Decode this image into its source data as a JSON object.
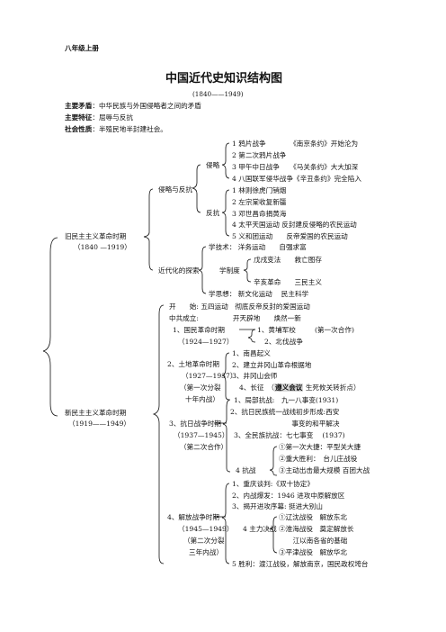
{
  "header": {
    "grade": "八年级上册",
    "title": "中国近代史知识结构图",
    "years": "(1840——1949)"
  },
  "summary": [
    {
      "key": "主要矛盾",
      "sep": "：",
      "value": "中华民族与外国侵略者之间的矛盾"
    },
    {
      "key": "主要特征",
      "sep": "：",
      "value": "屈辱与反抗"
    },
    {
      "key": "社会性质",
      "sep": "：",
      "value": "半殖民地半封建社会。"
    }
  ],
  "old_era": {
    "label": "旧民主主义革命时期",
    "years": "（1840 —1919）",
    "invasion_resistance": "侵略与反抗",
    "invasion": "侵略",
    "wars": [
      "1 鸦片战争　　　　《南京条约》开始沦为",
      "2 第二次鸦片战争",
      "3 甲午中日战争　　《马关条约》大大加深",
      "4 八国联军侵华战争《辛丑条约》完全陷入"
    ],
    "resistance": "反抗",
    "resist_items": [
      "1 林则徐虎门销烟",
      "2 左宗棠收复新疆",
      "3 邓世昌命捐黄海",
      "4 太平天国运动  反封建反侵略的农民运动",
      "5 义和团运动　　反帝爱国的农民运动"
    ],
    "exploration": "近代化的探索",
    "tech": "学技术：  洋务运动　　自强求富",
    "institution": "学制度",
    "inst_items": [
      "戊戌变法　　救亡图存",
      "辛亥革命　　三民主义"
    ],
    "thought": "学思想：  新文化运动　  民主科学"
  },
  "new_era": {
    "label": "新民主主义革命时期",
    "years": "（1919——1949）",
    "start": "开　　始:   五四运动　彻底反帝反封的爱国运动",
    "party": "中共成立:　　　　　开天辟地　　焕然一新",
    "p1": {
      "label": "1、国民革命时期",
      "years": "（1924—1927）",
      "item1": "1、黄埔军校",
      "item1_note": "第一次合作",
      "item2": "2、北伐战争"
    },
    "p2": {
      "label": "2、土地革命时期",
      "years": "（1927—1937）",
      "note1": "（第一次分裂",
      "note2": "十年内战）",
      "items": [
        "1、南昌起义",
        "2、建立井冈山革命根据地",
        "3、井冈山会师"
      ],
      "march": "4、长征",
      "zunyi": "遵义会议",
      "march_note": "生死攸关转折点"
    },
    "p3": {
      "label": "3、抗日战争时期",
      "years": "（1937—1945）",
      "note": "（第二次合作）",
      "items": [
        "1、局部抗战:　九一八事变(1931)",
        "2、抗日民族统一战线初步形成:西安",
        "　　　　　　　　　事变的和平解决",
        "3、全民族抗战：七七事变　 (1937)"
      ],
      "resistance": "4 抗战",
      "resist_items": [
        "①第一次大捷：平型关大捷",
        "②重大胜利：　台儿庄战役",
        "③主动出击最大规模 百团大战"
      ]
    },
    "p4": {
      "label": "4、解放战争时期",
      "years": "（1945—1949）",
      "note1": "（第二次分裂",
      "note2": "三年内战）",
      "items": [
        "1、重庆谈判:《双十协定》",
        "2、内战爆发：1946 进攻中原解放区",
        "3、揭开进攻序幕: 挺进大别山"
      ],
      "campaigns": "4 主力决战",
      "campaign_items": [
        "①辽沈战役　解放东北",
        "②淮海战役　奠定解放长",
        "　江以南各省的基础",
        "③平津战役　解放华北"
      ],
      "victory": "5 胜利：渡江战役，解放南京，国民政权垮台"
    }
  }
}
